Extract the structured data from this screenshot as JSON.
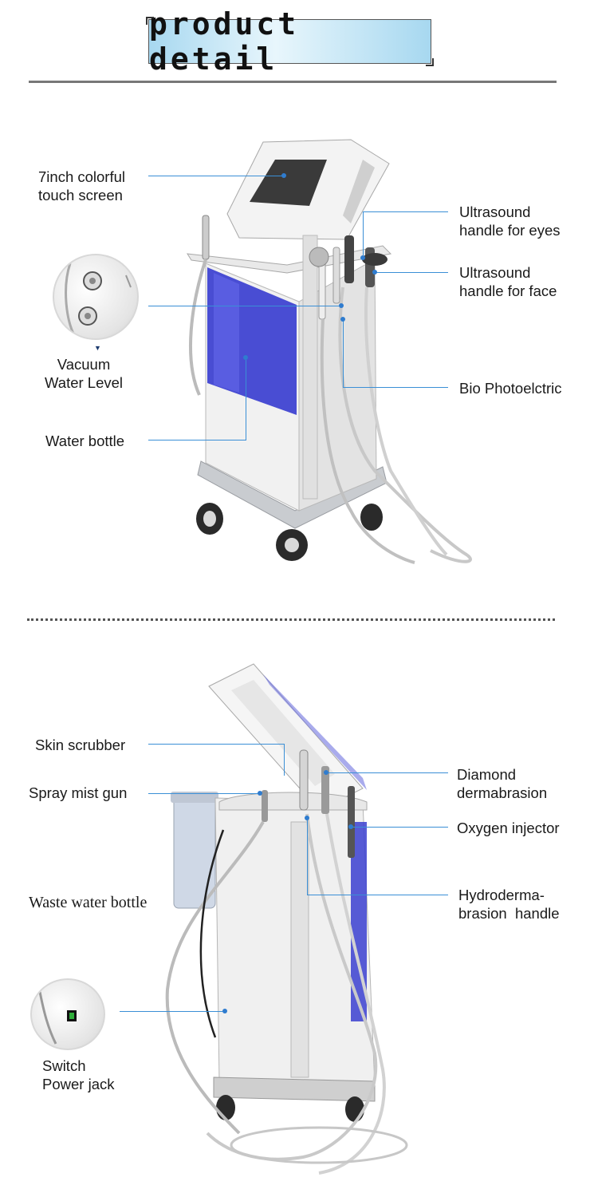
{
  "header": {
    "title": "product detail"
  },
  "top_section": {
    "callouts": {
      "touch_screen": "7inch colorful\ntouch screen",
      "vacuum": "Vacuum\nWater Level",
      "water_bottle": "Water bottle",
      "eyes": "Ultrasound\nhandle for eyes",
      "face": "Ultrasound\nhandle for face",
      "bio": "Bio Photoelctric"
    }
  },
  "bottom_section": {
    "callouts": {
      "skin_scrubber": "Skin scrubber",
      "spray_mist": "Spray mist gun",
      "waste_water": "Waste water bottle",
      "switch": "Switch\nPower jack",
      "diamond": "Diamond\ndermabrasion",
      "oxygen": "Oxygen injector",
      "hydro": "Hydroderma-\nbrasion  handle"
    }
  },
  "colors": {
    "leader_line": "#3a8fd6",
    "blue_panel": "#3b3fd0",
    "title_bg": "#a7d8f0"
  }
}
